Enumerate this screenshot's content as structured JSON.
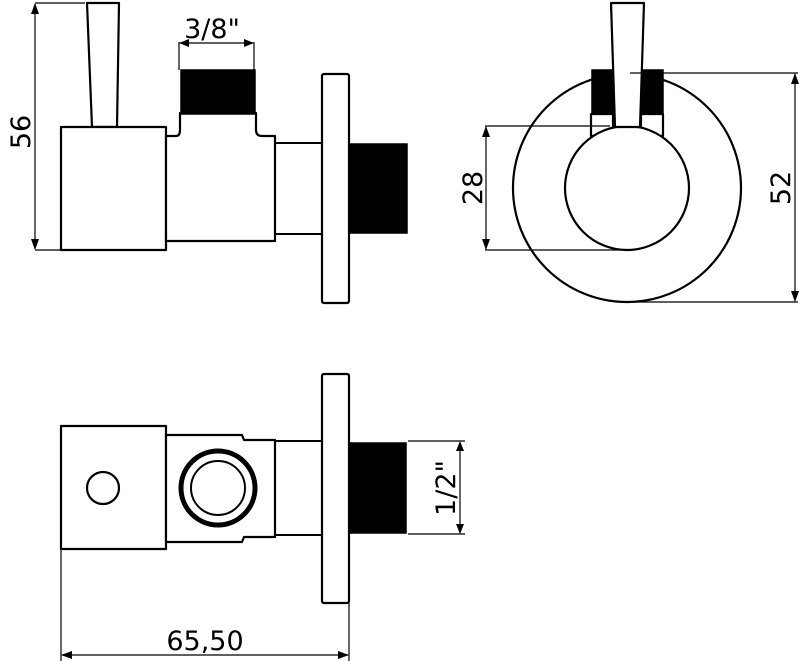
{
  "drawing": {
    "title": "Angle valve technical drawing",
    "views": [
      {
        "name": "side-view"
      },
      {
        "name": "front-view"
      },
      {
        "name": "top-view"
      }
    ],
    "dimensions": {
      "height_total": "56",
      "outlet_thread": "3/8\"",
      "inner_diameter": "28",
      "rosette_diameter": "52",
      "inlet_thread": "1/2\"",
      "overall_length": "65,50"
    },
    "colors": {
      "line": "#000000",
      "background": "#ffffff"
    }
  }
}
